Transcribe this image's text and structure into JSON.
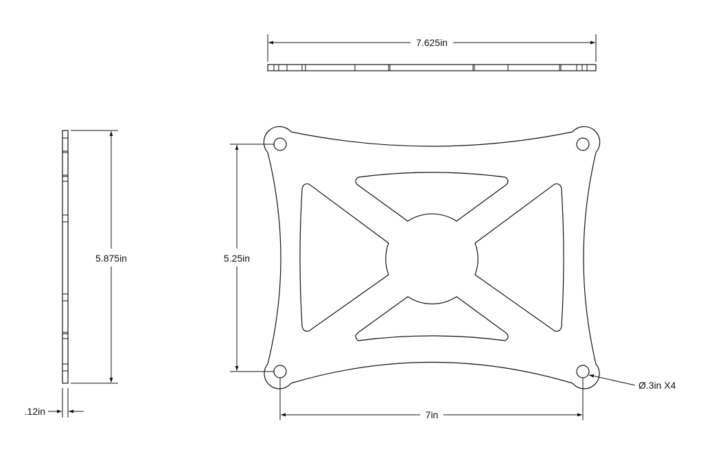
{
  "dimensions": {
    "overall_width": "7.625in",
    "overall_height": "5.875in",
    "thickness": ".12in",
    "hole_spacing_vertical": "5.25in",
    "hole_spacing_horizontal": "7in",
    "hole_callout": "Ø.3in X4"
  },
  "colors": {
    "line": "#111111",
    "background": "#ffffff"
  }
}
